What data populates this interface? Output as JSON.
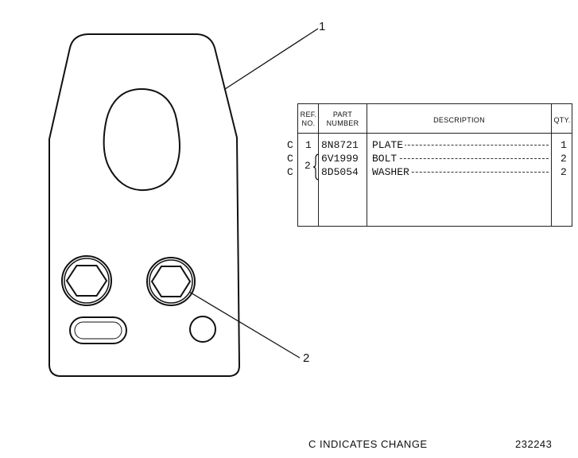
{
  "callouts": {
    "plate": "1",
    "bolt": "2"
  },
  "table": {
    "headers": {
      "ref_line1": "REF.",
      "ref_line2": "NO.",
      "part_line1": "PART",
      "part_line2": "NUMBER",
      "description": "DESCRIPTION",
      "qty": "QTY."
    },
    "rows": [
      {
        "change": "C",
        "ref": "1",
        "part": "8N8721",
        "description": "PLATE",
        "qty": "1"
      },
      {
        "change": "C",
        "ref": "",
        "part": "6V1999",
        "description": "BOLT",
        "qty": "2"
      },
      {
        "change": "C",
        "ref": "",
        "part": "8D5054",
        "description": "WASHER",
        "qty": "2"
      }
    ],
    "group_ref": "2"
  },
  "footer": {
    "note": "C INDICATES CHANGE",
    "drawing_number": "232243"
  }
}
